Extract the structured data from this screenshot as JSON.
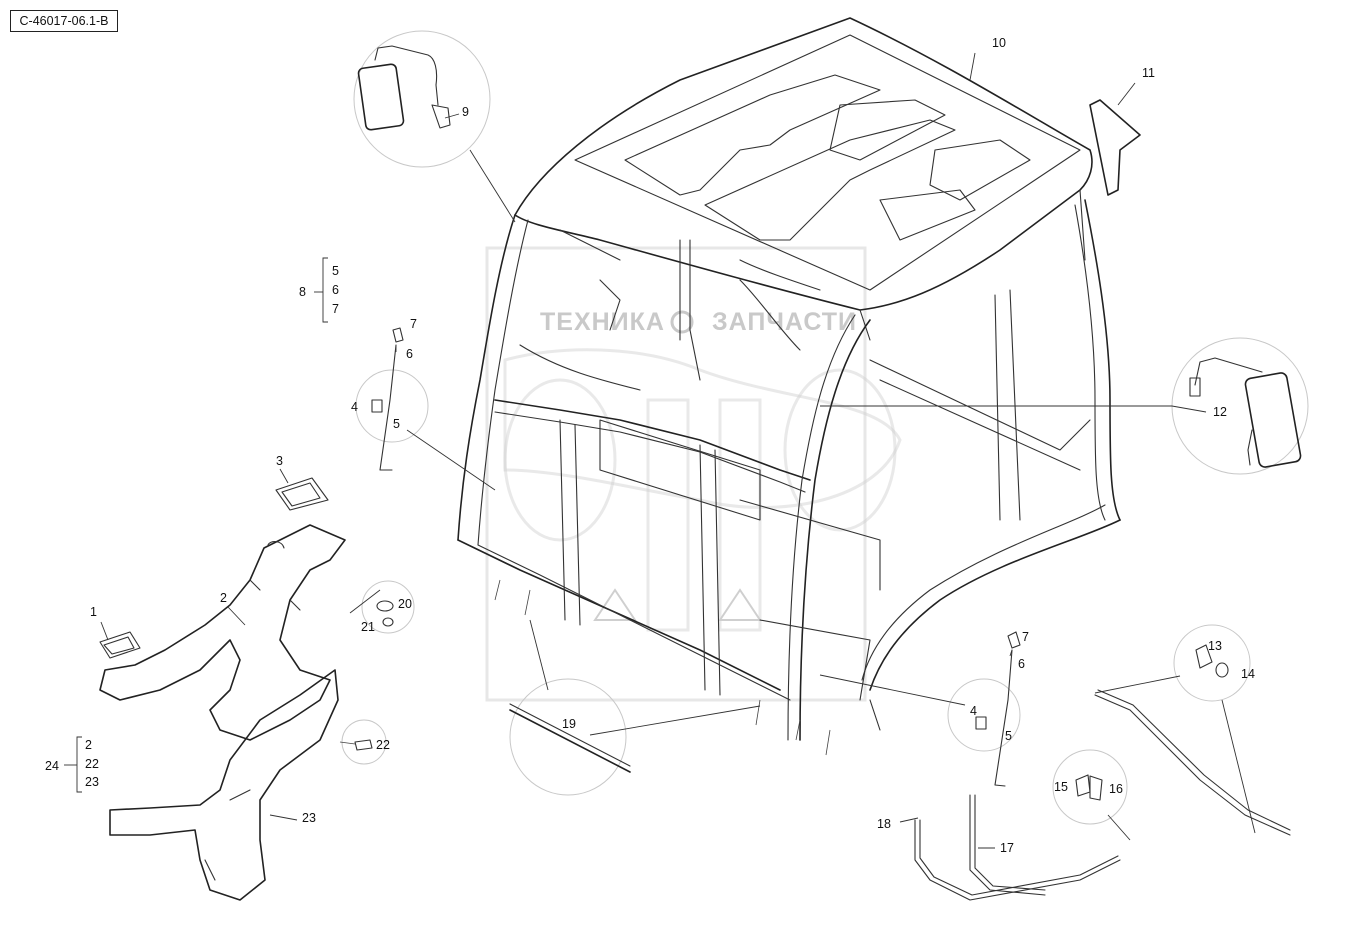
{
  "document_code": "C-46017-06.1-B",
  "watermark": {
    "left_text": "ТЕХНИКА",
    "right_text": "ЗАПЧАСТИ"
  },
  "callouts": {
    "c1": "1",
    "c2": "2",
    "c3": "3",
    "c4a": "4",
    "c4b": "4",
    "c5a": "5",
    "c5b": "5",
    "c6a": "6",
    "c6b": "6",
    "c7a": "7",
    "c7b": "7",
    "c8": "8",
    "c9": "9",
    "c10": "10",
    "c11": "11",
    "c12": "12",
    "c13": "13",
    "c14": "14",
    "c15": "15",
    "c16": "16",
    "c17": "17",
    "c18": "18",
    "c19": "19",
    "c20": "20",
    "c21": "21",
    "c22": "22",
    "c23": "23",
    "c24": "24"
  },
  "groups": {
    "g8": [
      "5",
      "6",
      "7"
    ],
    "g24": [
      "2",
      "22",
      "23"
    ]
  }
}
